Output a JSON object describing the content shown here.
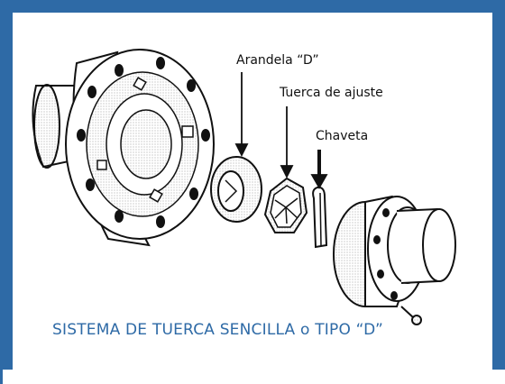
{
  "labels": {
    "arandela": "Arandela “D”",
    "tuerca": "Tuerca de ajuste",
    "chaveta": "Chaveta"
  },
  "caption": "SISTEMA DE TUERCA SENCILLA o TIPO “D”"
}
